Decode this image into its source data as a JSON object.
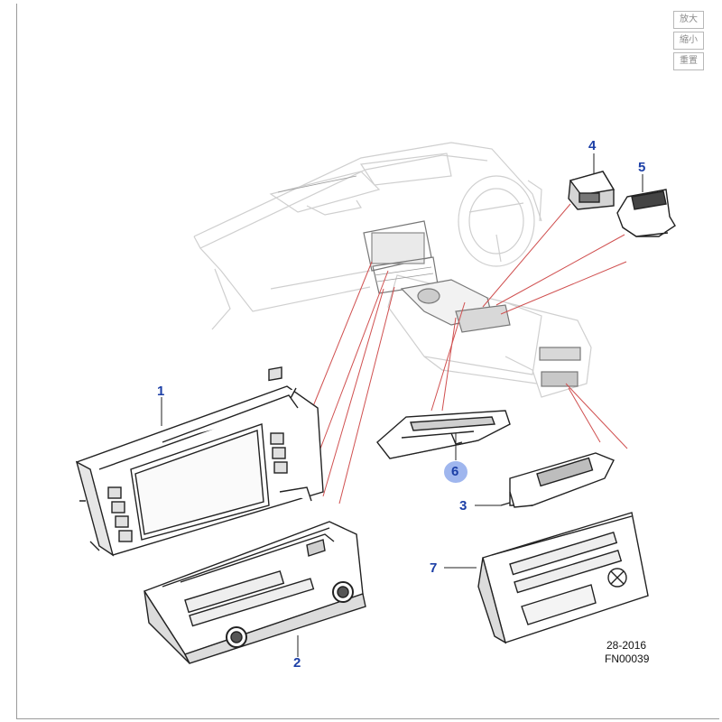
{
  "controls": {
    "zoom_in": "放大",
    "zoom_out": "縮小",
    "reset": "重置"
  },
  "callouts": [
    "1",
    "2",
    "3",
    "4",
    "5",
    "6",
    "7"
  ],
  "highlighted_callout": "6",
  "footer": {
    "date": "28-2016",
    "figure": "FN00039"
  },
  "colors": {
    "callout": "#1c3fa6",
    "leader_line": "#d05050",
    "highlight": "#9fb6ee"
  }
}
